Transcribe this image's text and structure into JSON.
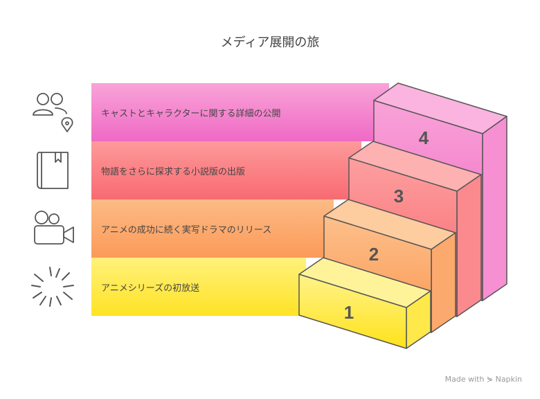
{
  "title": "メディア展開の旅",
  "steps": [
    {
      "number": "1",
      "label": "アニメシリーズの初放送",
      "icon": "sparkle-burst-icon"
    },
    {
      "number": "2",
      "label": "アニメの成功に続く実写ドラマのリリース",
      "icon": "video-camera-icon"
    },
    {
      "number": "3",
      "label": "物語をさらに探求する小説版の出版",
      "icon": "book-icon"
    },
    {
      "number": "4",
      "label": "キャストとキャラクターに関する詳細の公開",
      "icon": "people-location-icon"
    }
  ],
  "footer": "Made with ⋟ Napkin",
  "colors": {
    "step1": "#ffe324",
    "step2": "#fb9a58",
    "step3": "#f86a72",
    "step4": "#ef6ac5",
    "outline": "#555555"
  }
}
